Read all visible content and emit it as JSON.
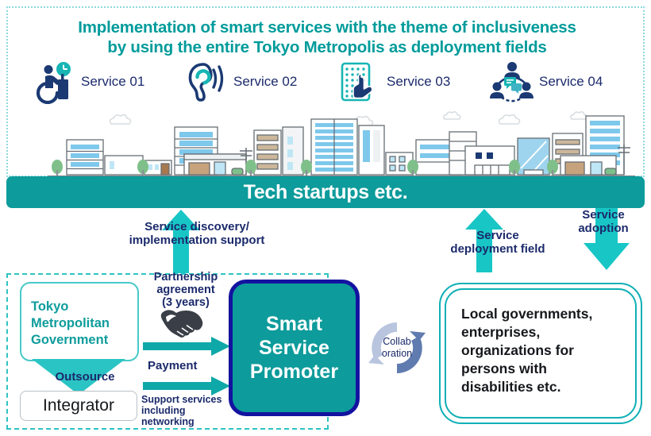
{
  "top": {
    "headline_line1": "Implementation of smart services with the theme of inclusiveness",
    "headline_line2": "by using the entire Tokyo Metropolis as deployment fields",
    "services": [
      {
        "label": "Service 01",
        "icon": "wheelchair-user-desk-clock-icon"
      },
      {
        "label": "Service 02",
        "icon": "ear-hearing-icon"
      },
      {
        "label": "Service 03",
        "icon": "braille-pad-touch-icon"
      },
      {
        "label": "Service 04",
        "icon": "people-conversation-icon"
      }
    ],
    "city_illustration": "city-skyline-illustration"
  },
  "tech_bar": {
    "label": "Tech startups etc."
  },
  "flows": {
    "service_discovery": "Service discovery/\nimplementation support",
    "service_discovery_l1": "Service discovery/",
    "service_discovery_l2": "implementation support",
    "service_deployment_l1": "Service",
    "service_deployment_l2": "deployment field",
    "service_adoption_l1": "Service",
    "service_adoption_l2": "adoption",
    "partnership_l1": "Partnership",
    "partnership_l2": "agreement",
    "partnership_l3": "(3 years)",
    "payment": "Payment",
    "support_l1": "Support services",
    "support_l2": "including",
    "support_l3": "networking",
    "outsource": "Outsource",
    "collaboration_l1": "Collab",
    "collaboration_l2": "oration"
  },
  "left": {
    "tmg_l1": "Tokyo",
    "tmg_l2": "Metropolitan",
    "tmg_l3": "Government",
    "integrator": "Integrator"
  },
  "center": {
    "promoter_l1": "Smart",
    "promoter_l2": "Service",
    "promoter_l3": "Promoter"
  },
  "right": {
    "l1": "Local governments,",
    "l2": "enterprises,",
    "l3": "organizations for",
    "l4": "persons with",
    "l5": "disabilities etc."
  },
  "colors": {
    "teal": "#0d9b9b",
    "cyan_arrow": "#18c6c6",
    "navy_text": "#1b2a6b",
    "navy_border": "#1313a0",
    "dotted_border": "#8ed9dd",
    "dashed_border": "#2ec4c4",
    "right_border": "#0fb0b6",
    "collab_light": "#b9c5de",
    "collab_dark": "#5f7bb0"
  }
}
